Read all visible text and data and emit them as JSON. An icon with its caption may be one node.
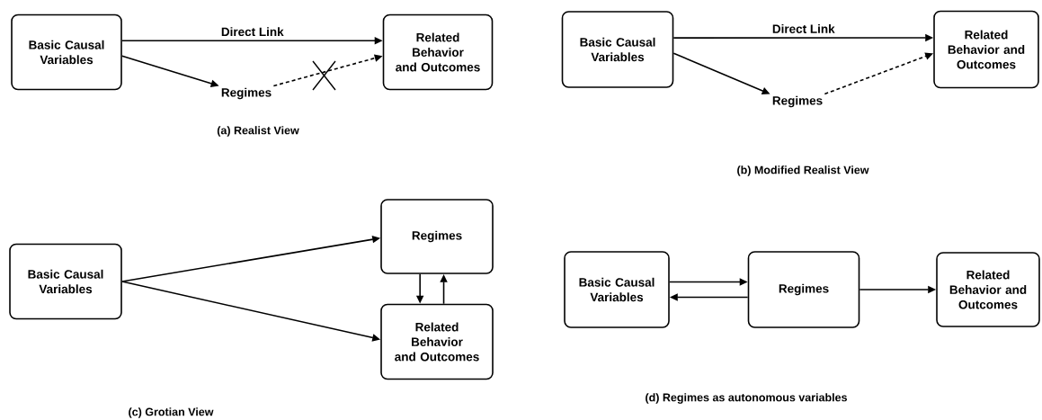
{
  "diagram": {
    "nodes": [
      {
        "text": [
          "Basic Causal Variables"
        ]
      },
      {
        "text": [
          "Related Behavior and Outcomes"
        ]
      },
      {
        "text": [
          "Regimes"
        ]
      },
      {
        "text": [
          "Basic Causal Variables"
        ]
      },
      {
        "text": [
          "Related Behavior and Outcomes"
        ]
      },
      {
        "text": [
          "Regimes"
        ]
      },
      {
        "text": [
          "Basic Causal Variables"
        ]
      },
      {
        "text": [
          "Regimes"
        ]
      },
      {
        "text": [
          "Related Behavior and Outcomes"
        ]
      },
      {
        "text": [
          "Basic Causal Variables"
        ]
      },
      {
        "text": [
          "Regimes"
        ]
      },
      {
        "text": [
          "Related Behavior and Outcomes"
        ]
      }
    ],
    "edges": [
      {
        "from": 0,
        "to": 1,
        "arrow": "to",
        "label": "Direct Link"
      },
      {
        "from": 0,
        "to": 2,
        "arrow": "to"
      },
      {
        "from": 2,
        "to": 1,
        "arrow": "to",
        "style": "dashed"
      },
      {
        "from": 3,
        "to": 4,
        "arrow": "to",
        "label": "Direct Link"
      },
      {
        "from": 3,
        "to": 5,
        "arrow": "to"
      },
      {
        "from": 5,
        "to": 4,
        "arrow": "to",
        "style": "dashed"
      },
      {
        "from": 6,
        "to": 7,
        "arrow": "to"
      },
      {
        "from": 6,
        "to": 8,
        "arrow": "to"
      },
      {
        "from": 7,
        "to": 8,
        "arrow": "to"
      },
      {
        "from": 8,
        "to": 7,
        "arrow": "to"
      },
      {
        "from": 9,
        "to": 10,
        "arrow": "to"
      },
      {
        "from": 10,
        "to": 9,
        "arrow": "to"
      },
      {
        "from": 10,
        "to": 11,
        "arrow": "to"
      }
    ],
    "labels": [
      "(a) Realist View",
      "(b) Modified Realist View",
      "(c) Grotian View",
      "(d) Regimes as autonomous variables"
    ]
  }
}
